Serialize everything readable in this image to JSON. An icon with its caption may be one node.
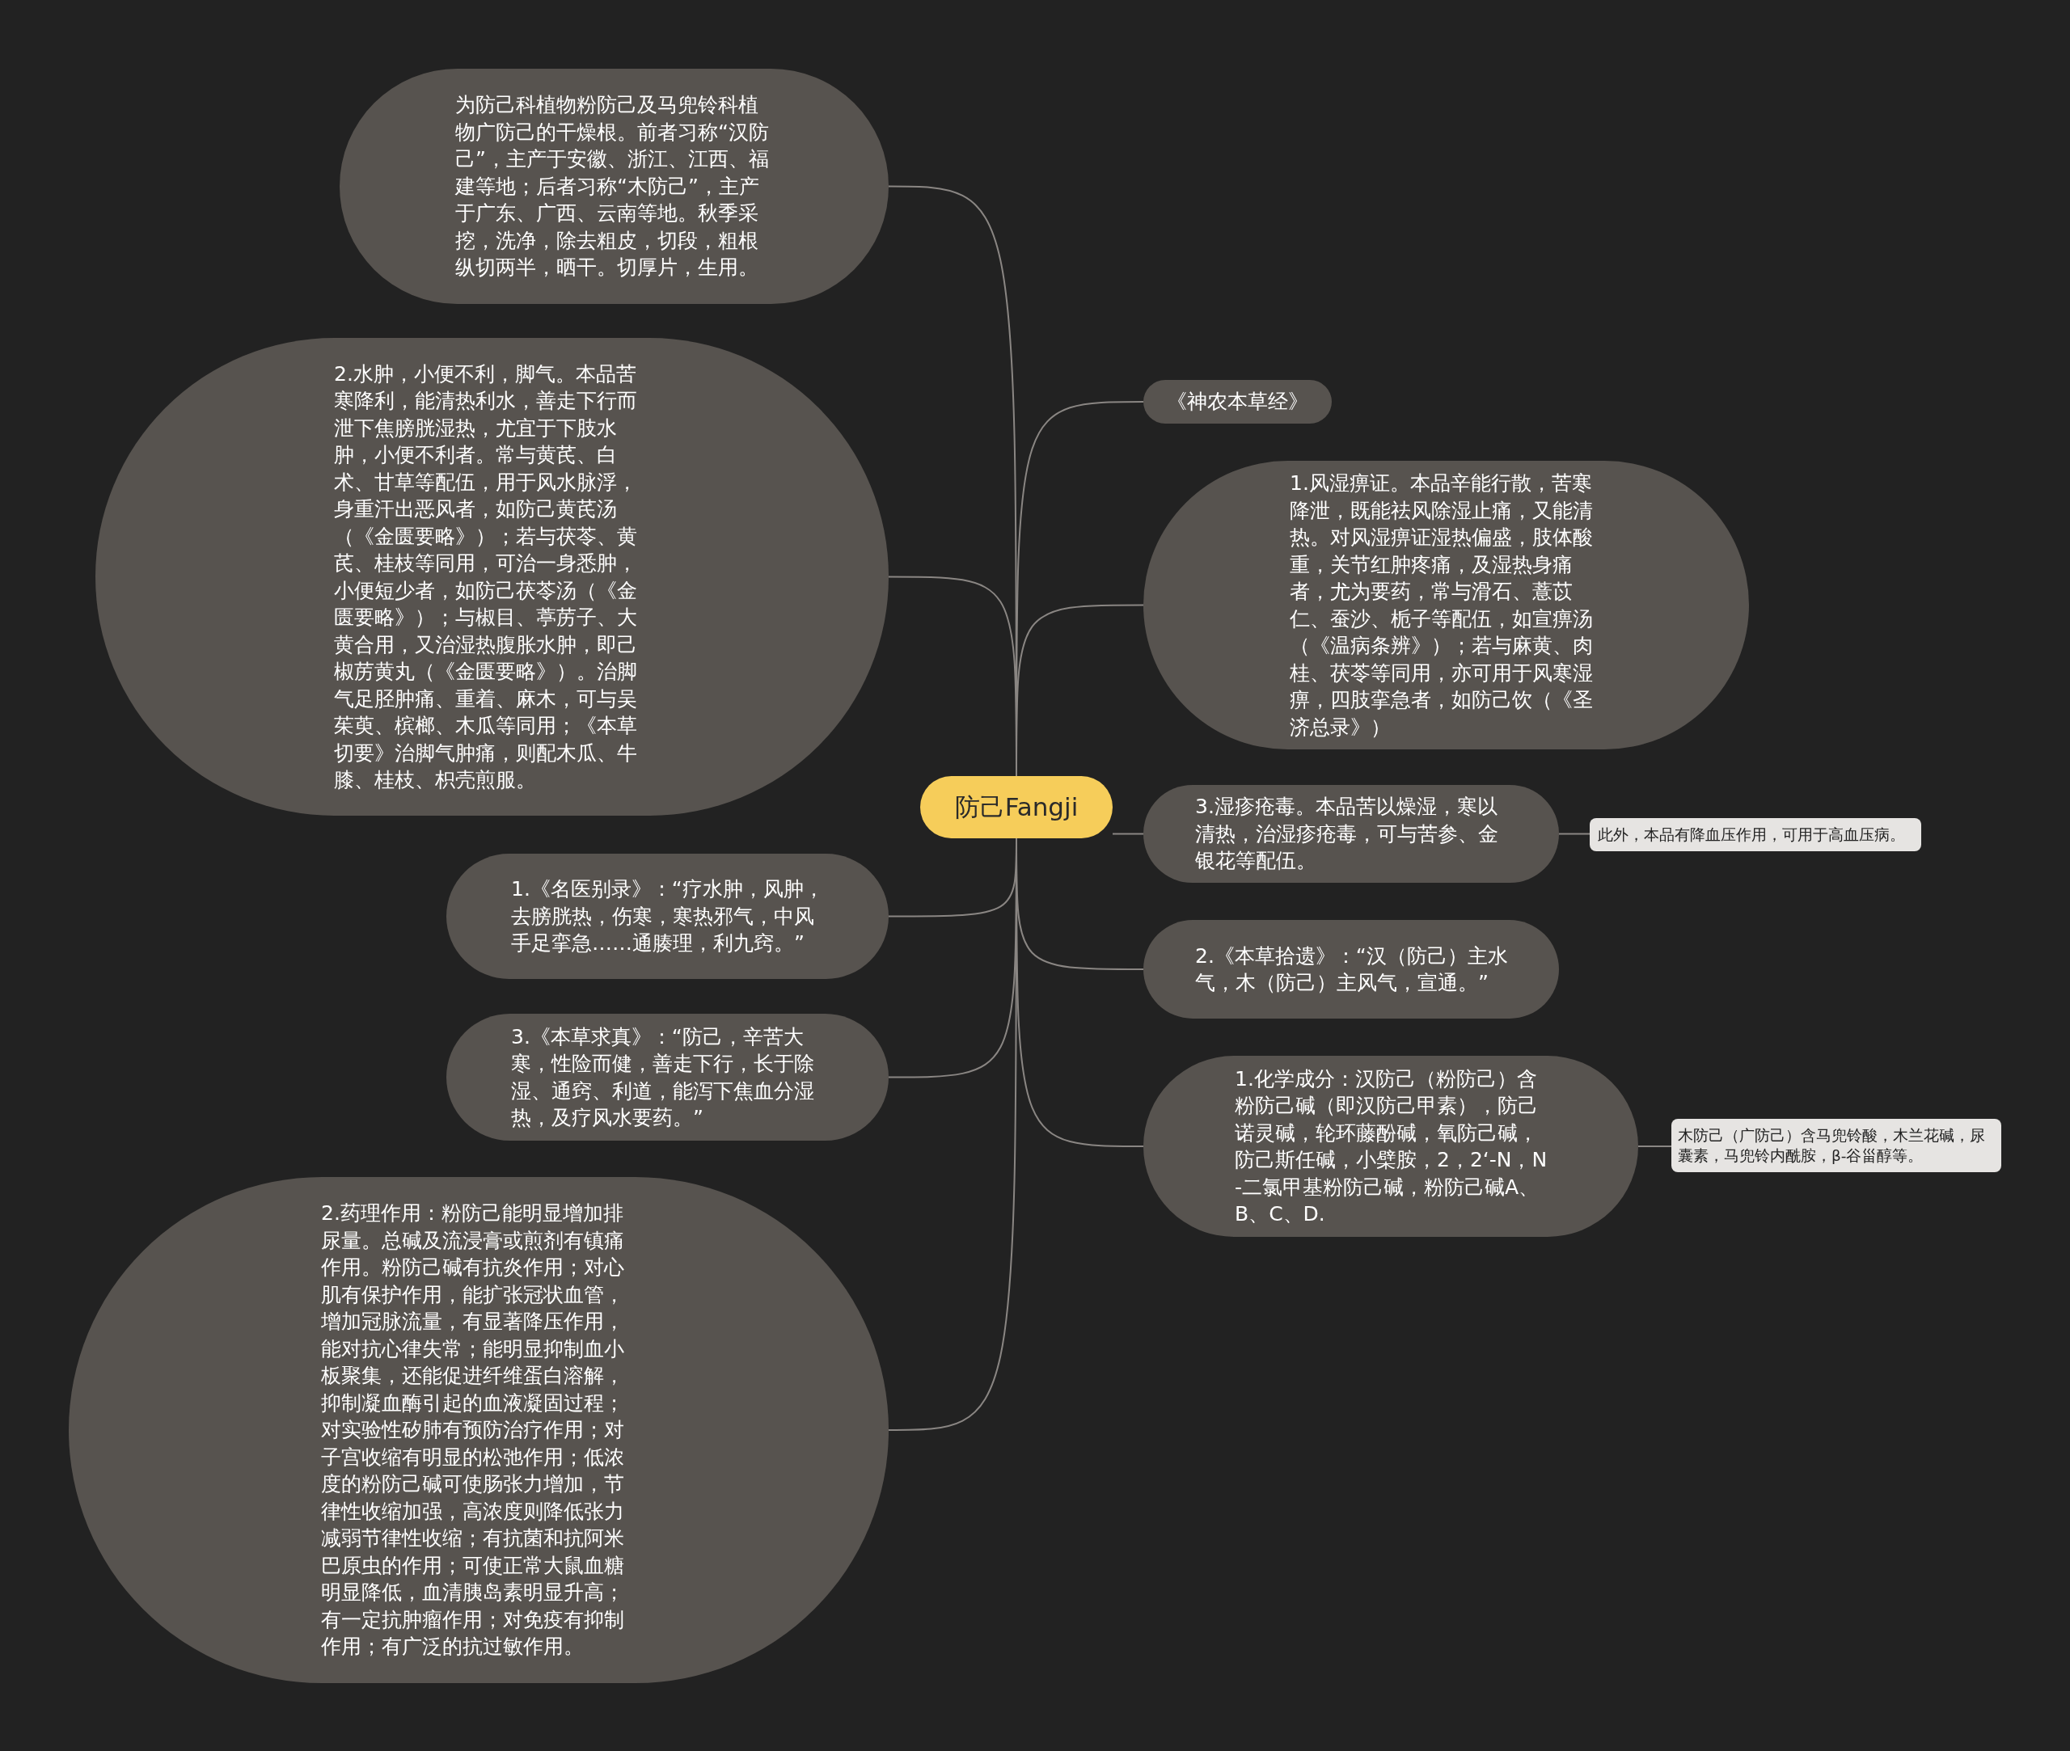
{
  "diagram": {
    "nodes": [
      {
        "text": [
          "防己Fangji"
        ]
      },
      {
        "text": [
          "为防己科植物粉防己及马兜铃科植物广防己的干燥根。前者习称“汉防己”，主产于安徽、浙江、江西、福建等地；后者习称“木防己”，主产于广东、广西、云南等地。秋季采挖，洗净，除去粗皮，切段，粗根纵切两半，晒干。切厚片，生用。"
        ]
      },
      {
        "text": [
          "2.水肿，小便不利，脚气。本品苦寒降利，能清热利水，善走下行而泄下焦膀胱湿热，尤宜于下肢水肿，小便不利者。常与黄芪、白术、甘草等配伍，用于风水脉浮，身重汗出恶风者，如防己黄芪汤（《金匮要略》）；若与茯苓、黄芪、桂枝等同用，可治一身悉肿，小便短少者，如防己茯苓汤（《金匮要略》）；与椒目、葶苈子、大黄合用，又治湿热腹胀水肿，即己椒苈黄丸（《金匮要略》）。治脚气足胫肿痛、重着、麻木，可与吴茱萸、槟榔、木瓜等同用；《本草切要》治脚气肿痛，则配木瓜、牛膝、桂枝、枳壳煎服。"
        ]
      },
      {
        "text": [
          "1.《名医别录》：“疗水肿，风肿，去膀胱热，伤寒，寒热邪气，中风手足挛急……通腠理，利九窍。”"
        ]
      },
      {
        "text": [
          "3.《本草求真》：“防己，辛苦大寒，性险而健，善走下行，长于除湿、通窍、利道，能泻下焦血分湿热，及疗风水要药。”"
        ]
      },
      {
        "text": [
          "2.药理作用：粉防己能明显增加排尿量。总碱及流浸膏或煎剂有镇痛作用。粉防己碱有抗炎作用；对心肌有保护作用，能扩张冠状血管，增加冠脉流量，有显著降压作用，能对抗心律失常；能明显抑制血小板聚集，还能促进纤维蛋白溶解，抑制凝血酶引起的血液凝固过程；对实验性矽肺有预防治疗作用；对子宫收缩有明显的松弛作用；低浓度的粉防己碱可使肠张力增加，节律性收缩加强，高浓度则降低张力减弱节律性收缩；有抗菌和抗阿米巴原虫的作用；可使正常大鼠血糖明显降低，血清胰岛素明显升高；有一定抗肿瘤作用；对免疫有抑制作用；有广泛的抗过敏作用。"
        ]
      },
      {
        "text": [
          "《神农本草经》"
        ]
      },
      {
        "text": [
          "1.风湿痹证。本品辛能行散，苦寒降泄，既能祛风除湿止痛，又能清热。对风湿痹证湿热偏盛，肢体酸重，关节红肿疼痛，及湿热身痛者，尤为要药，常与滑石、薏苡仁、蚕沙、栀子等配伍，如宣痹汤（《温病条辨》）；若与麻黄、肉桂、茯苓等同用，亦可用于风寒湿痹，四肢挛急者，如防己饮（《圣济总录》）"
        ]
      },
      {
        "text": [
          "3.湿疹疮毒。本品苦以燥湿，寒以清热，治湿疹疮毒，可与苦参、金银花等配伍。"
        ]
      },
      {
        "text": [
          "此外，本品有降血压作用，可用于高血压病。"
        ]
      },
      {
        "text": [
          "2.《本草拾遗》：“汉（防己）主水气，木（防己）主风气，宣通。”"
        ]
      },
      {
        "text": [
          "1.化学成分：汉防己（粉防己）含粉防己碱（即汉防己甲素），防己诺灵碱，轮环藤酚碱，氧防己碱，防己斯任碱，小檗胺，2，2‘-N，N-二氯甲基粉防己碱，粉防己碱A、B、C、D."
        ]
      },
      {
        "text": [
          "木防己（广防己）含马兜铃酸，木兰花碱，尿囊素，马兜铃内酰胺，β-谷甾醇等。"
        ]
      }
    ],
    "edges": [
      {
        "from": 0,
        "to": 1,
        "arrow": "none"
      },
      {
        "from": 0,
        "to": 2,
        "arrow": "none"
      },
      {
        "from": 0,
        "to": 3,
        "arrow": "none"
      },
      {
        "from": 0,
        "to": 4,
        "arrow": "none"
      },
      {
        "from": 0,
        "to": 5,
        "arrow": "none"
      },
      {
        "from": 0,
        "to": 6,
        "arrow": "none"
      },
      {
        "from": 0,
        "to": 7,
        "arrow": "none"
      },
      {
        "from": 0,
        "to": 8,
        "arrow": "none"
      },
      {
        "from": 8,
        "to": 9,
        "arrow": "none"
      },
      {
        "from": 0,
        "to": 10,
        "arrow": "none"
      },
      {
        "from": 0,
        "to": 11,
        "arrow": "none"
      },
      {
        "from": 11,
        "to": 12,
        "arrow": "none"
      }
    ]
  }
}
